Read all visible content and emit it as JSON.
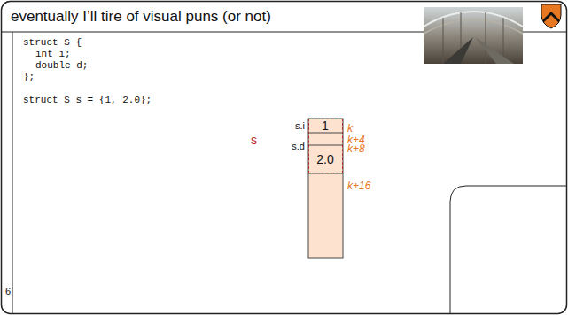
{
  "diagram": {
    "title": "eventually I’ll tire of visual puns (or not)",
    "nodes": [
      {
        "text": [
          "s"
        ]
      },
      {
        "text": [
          "1"
        ],
        "in": 0
      },
      {
        "text": [
          "2.0"
        ],
        "in": 0
      }
    ],
    "labels": [
      "struct S {",
      "int i;",
      "double d;",
      "};",
      "struct S s = {1, 2.0};",
      "s.i",
      "s.d",
      "k",
      "k+4",
      "k+8",
      "k+16",
      "6"
    ]
  }
}
